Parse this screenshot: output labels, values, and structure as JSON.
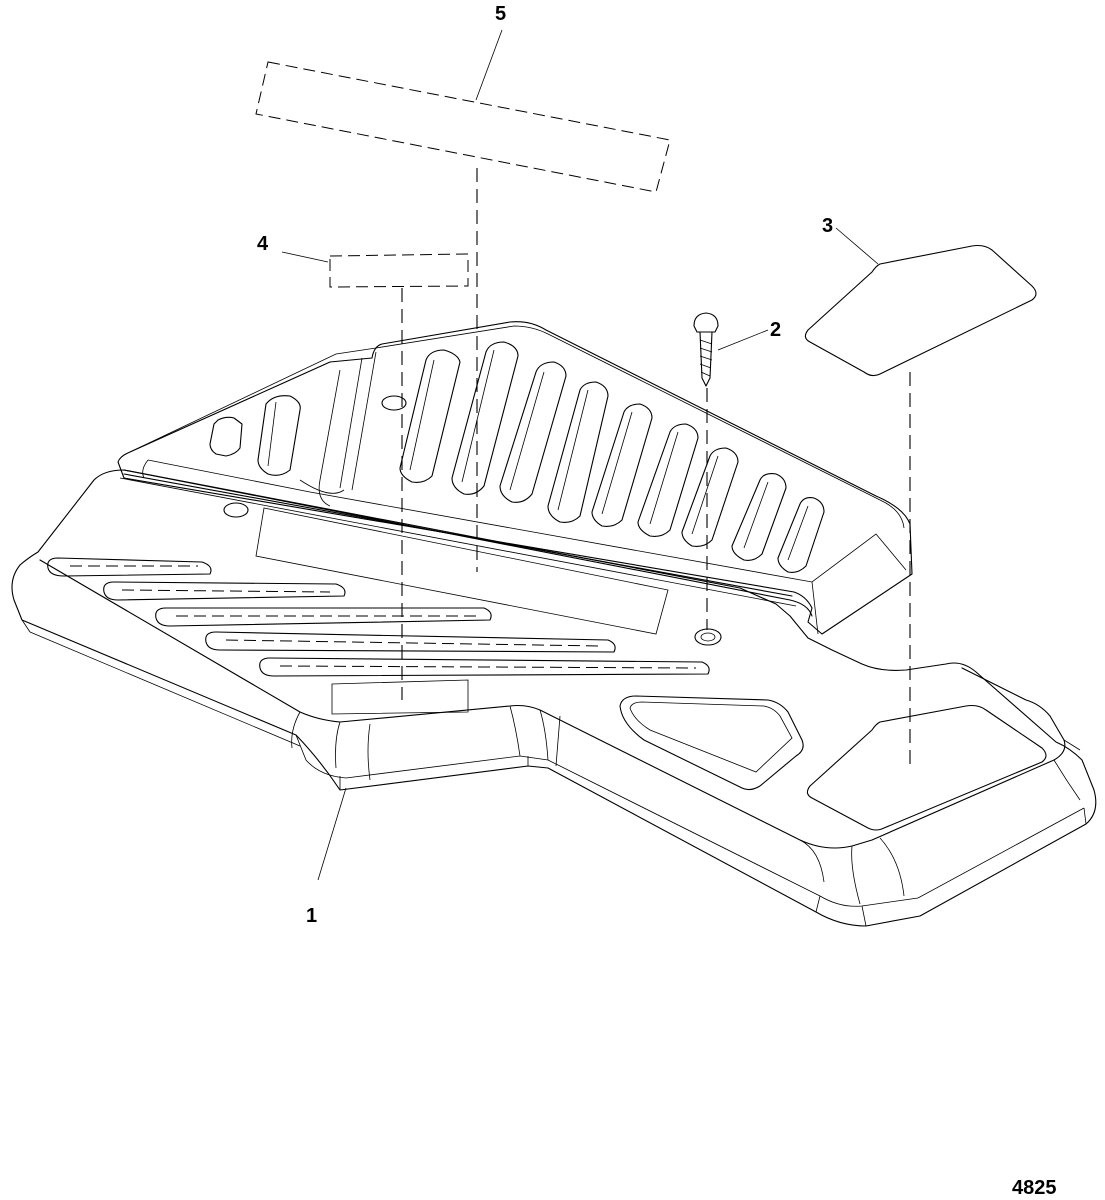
{
  "callouts": [
    {
      "id": "callout-1",
      "text": "1"
    },
    {
      "id": "callout-2",
      "text": "2"
    },
    {
      "id": "callout-3",
      "text": "3"
    },
    {
      "id": "callout-4",
      "text": "4"
    },
    {
      "id": "callout-5",
      "text": "5"
    }
  ],
  "figure_number": "4825"
}
